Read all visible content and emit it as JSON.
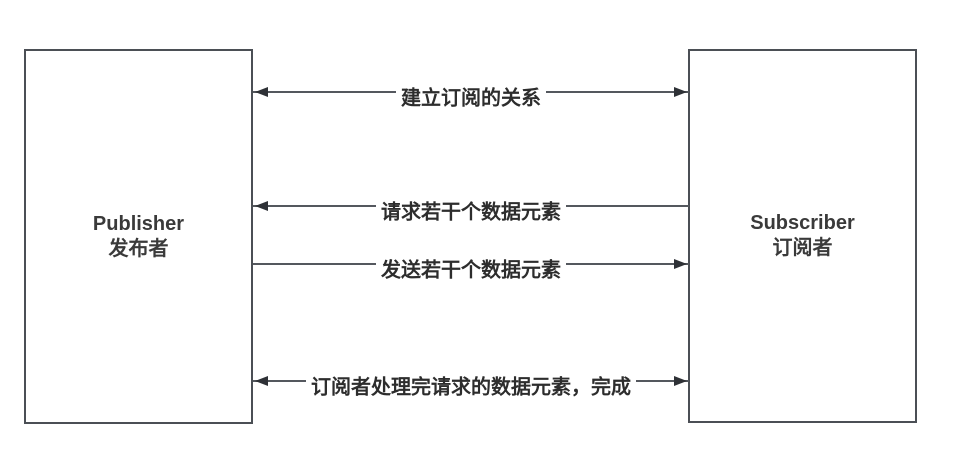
{
  "diagram": {
    "type": "sequence-diagram",
    "background_color": "#ffffff",
    "line_color": "#54585e",
    "arrowhead_color": "#2e3136",
    "box_border_color": "#4b4f55",
    "text_color": "#2d2d2d",
    "nodes": [
      {
        "id": "publisher",
        "title": "Publisher",
        "subtitle": "发布者"
      },
      {
        "id": "subscriber",
        "title": "Subscriber",
        "subtitle": "订阅者"
      }
    ],
    "messages": [
      {
        "label": "建立订阅的关系",
        "direction": "both",
        "from": "publisher",
        "to": "subscriber"
      },
      {
        "label": "请求若干个数据元素",
        "direction": "left",
        "from": "subscriber",
        "to": "publisher"
      },
      {
        "label": "发送若干个数据元素",
        "direction": "right",
        "from": "publisher",
        "to": "subscriber"
      },
      {
        "label": "订阅者处理完请求的数据元素，完成",
        "direction": "both",
        "from": "publisher",
        "to": "subscriber"
      }
    ]
  }
}
